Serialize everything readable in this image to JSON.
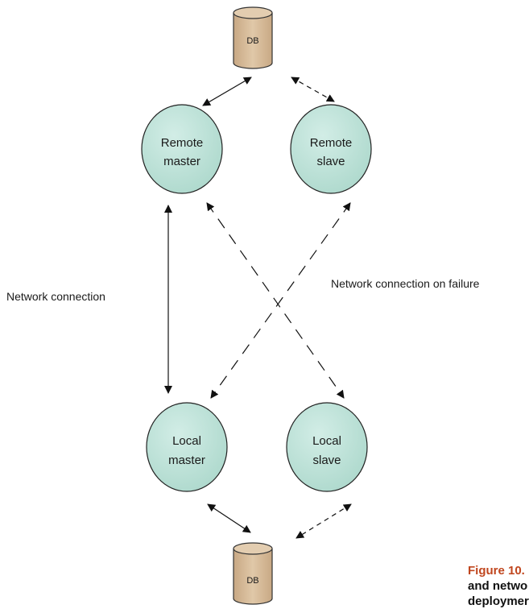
{
  "databases": {
    "top_label": "DB",
    "bottom_label": "DB"
  },
  "nodes": {
    "remote_master": [
      "Remote",
      "master"
    ],
    "remote_slave": [
      "Remote",
      "slave"
    ],
    "local_master": [
      "Local",
      "master"
    ],
    "local_slave": [
      "Local",
      "slave"
    ]
  },
  "connections": {
    "network": "Network connection",
    "failover": "Network connection on failure"
  },
  "caption": {
    "title": "Figure 10.",
    "line2": "and netwo",
    "line3": "deploymer"
  },
  "colors": {
    "node_fill": "#bfe4db",
    "node_stroke": "#222222",
    "db_fill": "#d9bf9f",
    "db_stroke": "#333333",
    "caption_accent": "#c0461e"
  }
}
